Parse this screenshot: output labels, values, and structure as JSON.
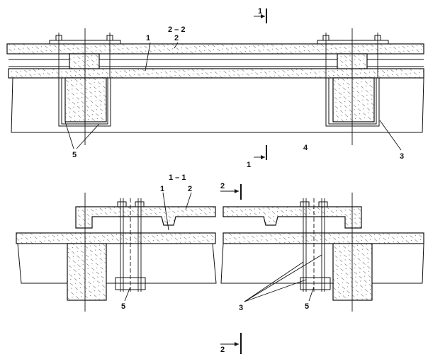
{
  "sections": {
    "top": {
      "title": "2 – 2",
      "labels": [
        "1",
        "2",
        "3",
        "4",
        "5"
      ],
      "cut_marker_top": "1",
      "cut_marker_bottom": "1"
    },
    "bottom": {
      "title": "1 – 1",
      "labels": [
        "1",
        "2",
        "3",
        "5",
        "5"
      ],
      "cut_marker_top": "2",
      "cut_marker_bottom": "2"
    }
  },
  "colors": {
    "line": "#111111",
    "background": "#ffffff"
  }
}
